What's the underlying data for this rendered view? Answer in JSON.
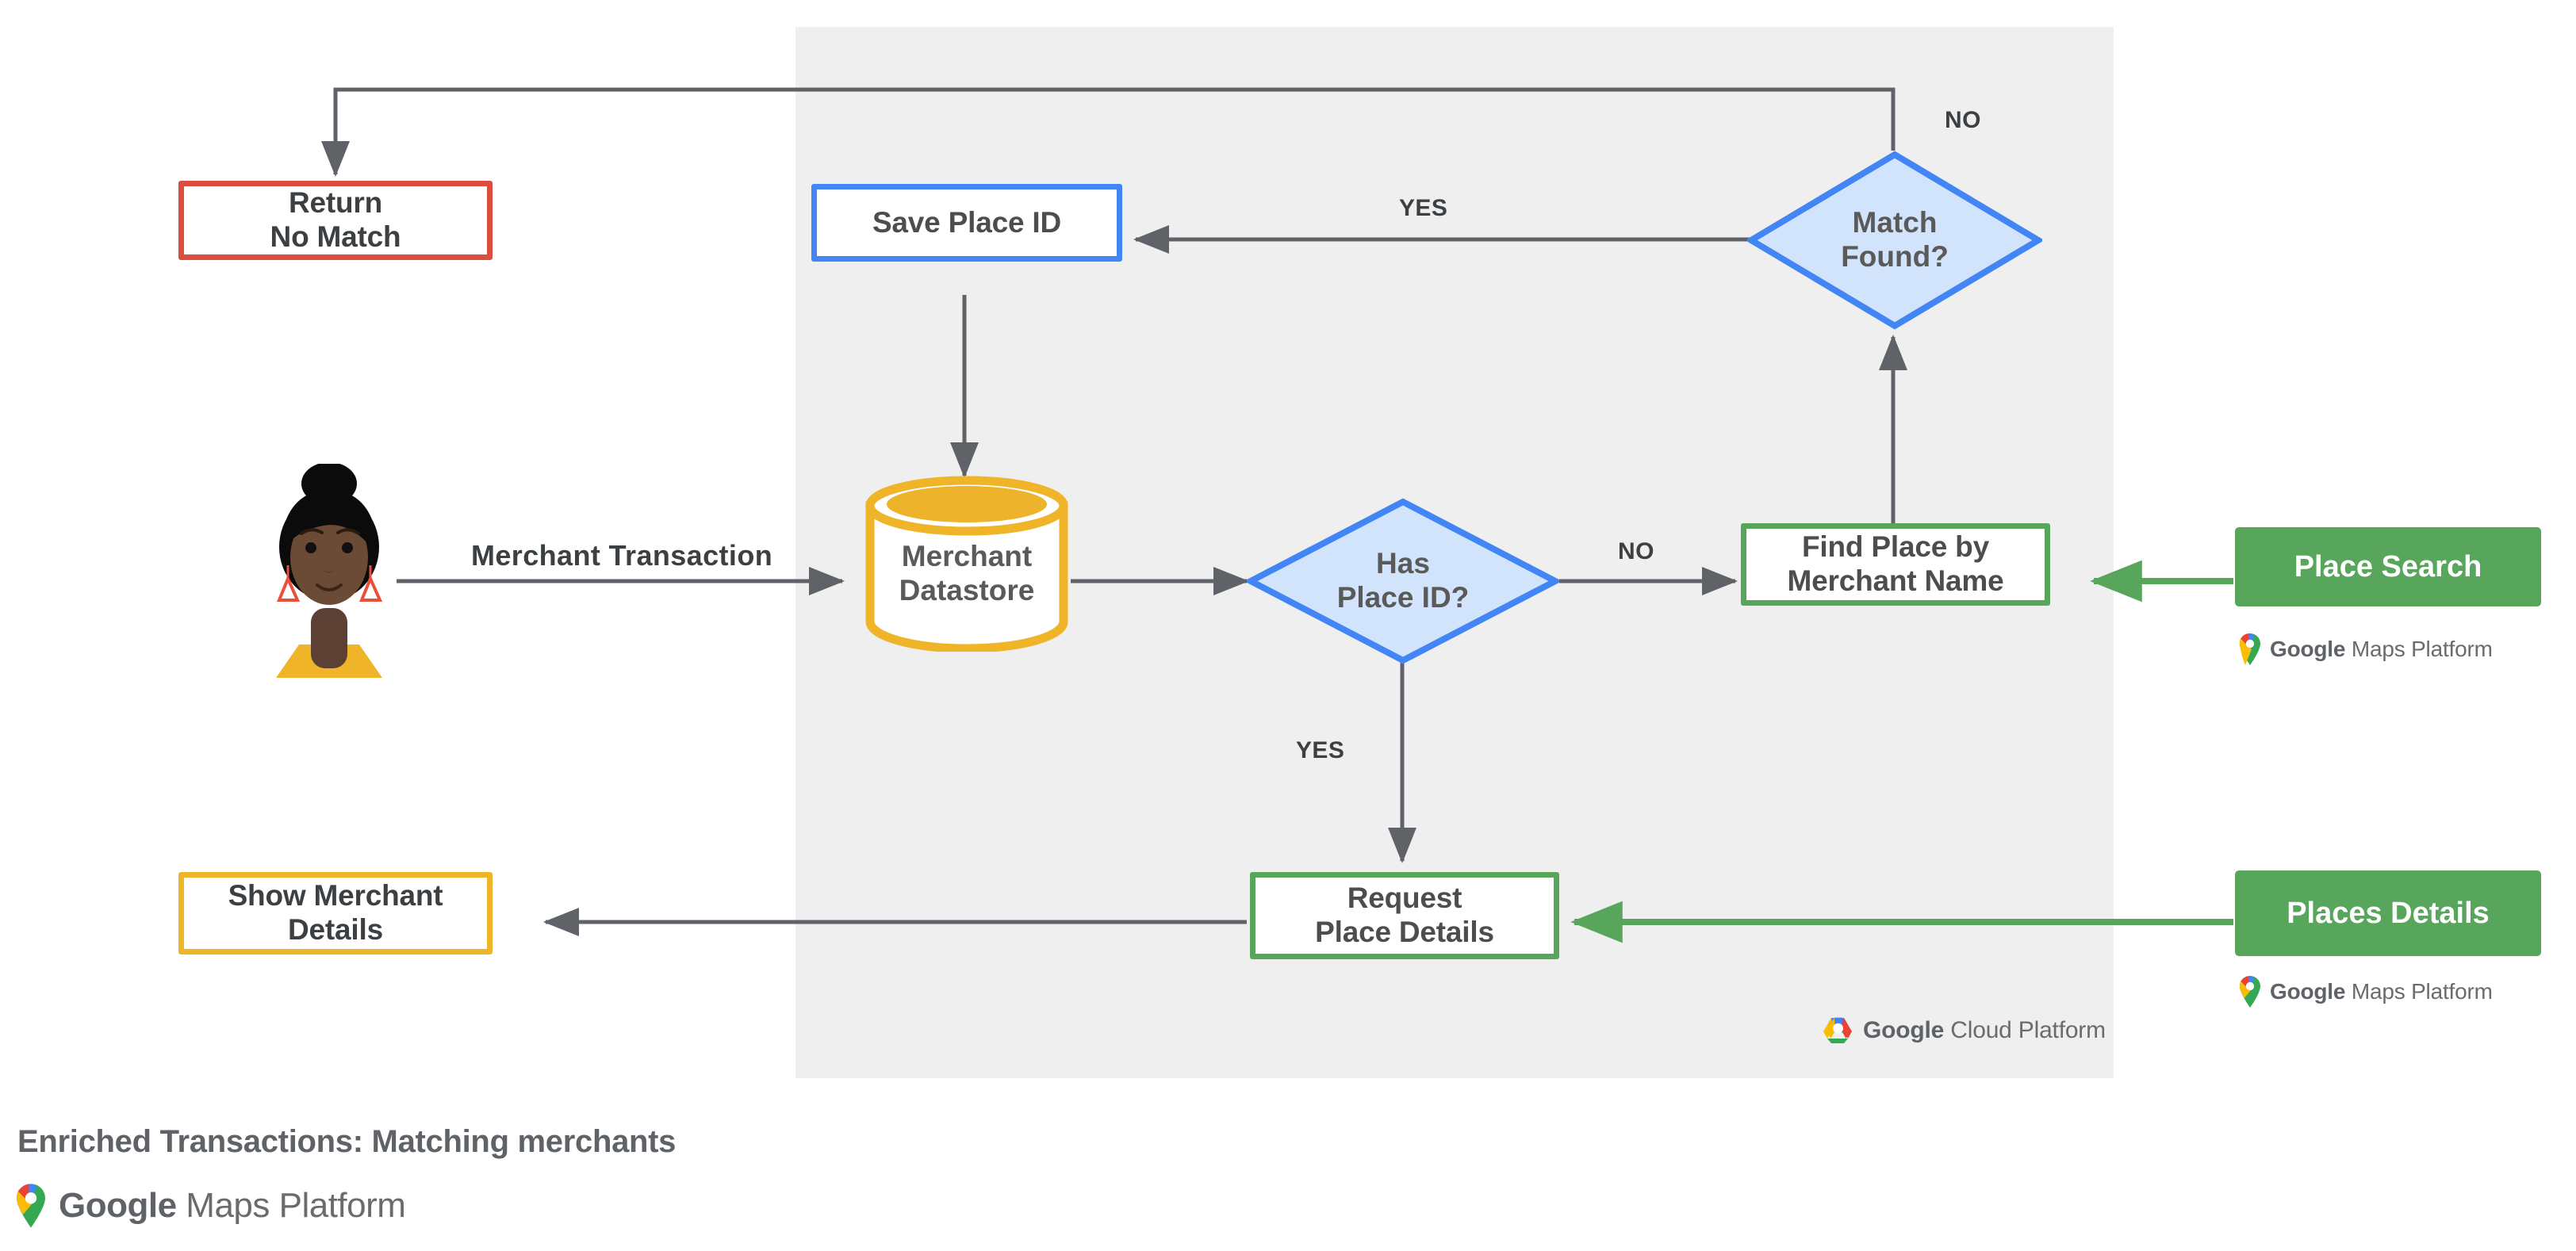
{
  "diagram": {
    "caption": "Enriched Transactions: Matching merchants",
    "caption_logo": {
      "brand": "Google",
      "product": "Maps Platform"
    },
    "panel": {
      "name": "google-cloud-platform-panel",
      "logo": {
        "brand": "Google",
        "product": "Cloud Platform"
      },
      "fill": "#EFEFEF"
    }
  },
  "nodes": {
    "actor": {
      "name": "merchant-customer-avatar"
    },
    "return_no_match": {
      "label": "Return\nNo Match",
      "border": "#DB4D3F"
    },
    "save_place_id": {
      "label": "Save Place ID",
      "border": "#4285F4"
    },
    "match_found": {
      "label": "Match\nFound?",
      "fill": "#D2E3FC",
      "border": "#4285F4"
    },
    "merchant_datastore": {
      "label": "Merchant\nDatastore",
      "border": "#F0B429"
    },
    "has_place_id": {
      "label": "Has\nPlace ID?",
      "fill": "#D2E3FC",
      "border": "#4285F4"
    },
    "find_place": {
      "label": "Find Place by\nMerchant Name",
      "border": "#58A55C"
    },
    "request_place_details": {
      "label": "Request\nPlace Details",
      "border": "#58A55C"
    },
    "show_merchant_details": {
      "label": "Show Merchant\nDetails",
      "border": "#F0B429"
    },
    "place_search": {
      "label": "Place Search",
      "fill": "#58A55C",
      "logo": {
        "brand": "Google",
        "product": "Maps Platform"
      }
    },
    "places_details": {
      "label": "Places Details",
      "fill": "#58A55C",
      "logo": {
        "brand": "Google",
        "product": "Maps Platform"
      }
    }
  },
  "edges": {
    "merchant_transaction": "Merchant Transaction",
    "has_place_id_no": "NO",
    "has_place_id_yes": "YES",
    "match_found_yes": "YES",
    "match_found_no": "NO"
  },
  "colors": {
    "arrow_gray": "#5F6368",
    "green": "#58A55C",
    "blue": "#4285F4",
    "blue_fill": "#D2E3FC",
    "red": "#DB4D3F",
    "yellow": "#F0B429",
    "panel_gray": "#EFEFEF",
    "text_gray": "#5A5A5A"
  }
}
